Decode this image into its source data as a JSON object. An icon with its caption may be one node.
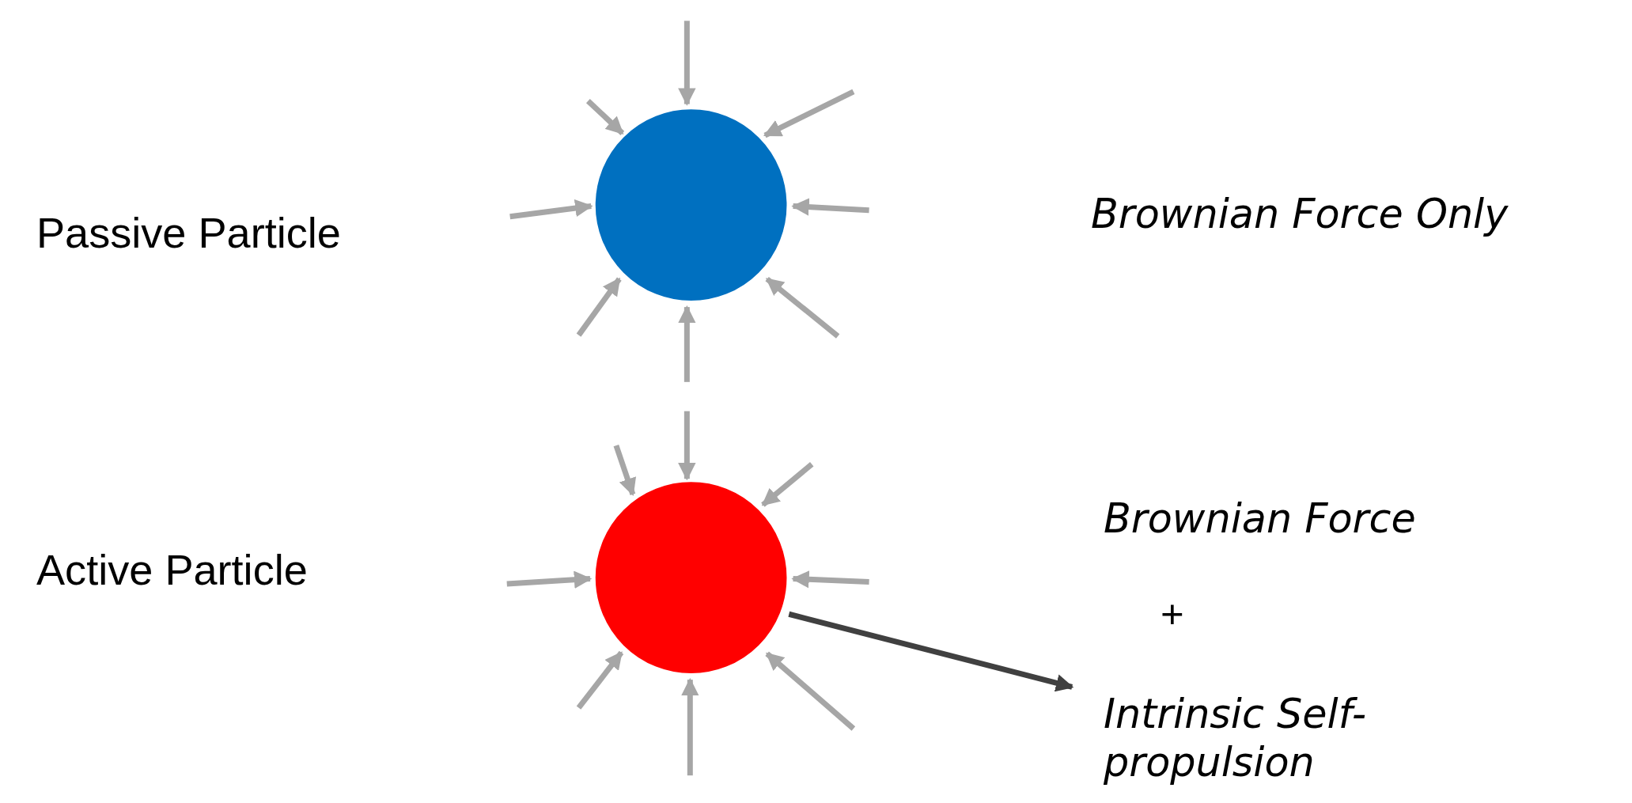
{
  "diagram": {
    "labels": [
      "Passive Particle",
      "Brownian Force Only",
      "Active Particle",
      "Brownian Force",
      "+",
      "Intrinsic Self-propulsion"
    ]
  }
}
